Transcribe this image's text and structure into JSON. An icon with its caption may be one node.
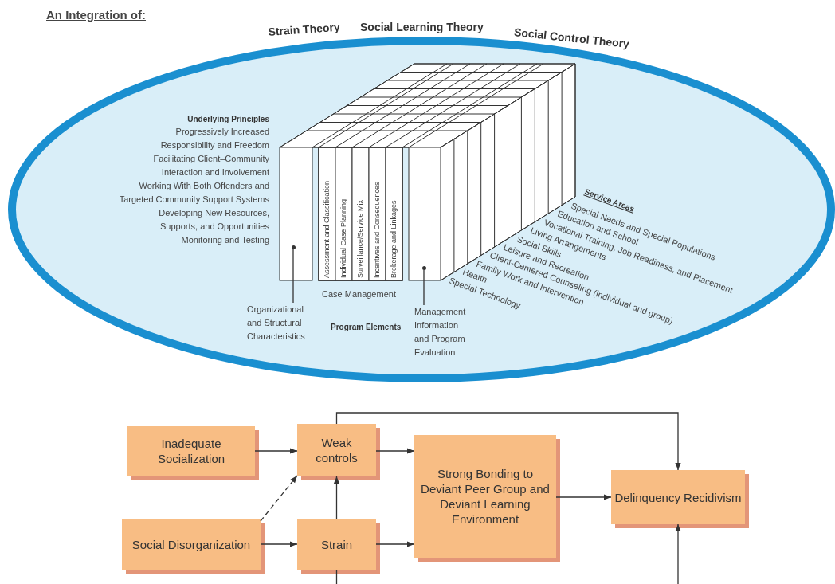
{
  "diagram": {
    "title": "An Integration of:",
    "nodes": [
      {
        "text": [
          "Organizational and Structural Characteristics"
        ]
      },
      {
        "text": [],
        "shape": "circle"
      },
      {
        "text": [
          "Management Information and Program Evaluation"
        ]
      },
      {
        "text": [],
        "shape": "circle"
      },
      {
        "text": [
          "Inadequate Socialization"
        ]
      },
      {
        "text": [
          "Weak controls"
        ]
      },
      {
        "text": [
          "Social Disorganization"
        ]
      },
      {
        "text": [
          "Strain"
        ]
      },
      {
        "text": [
          "Strong Bonding to Deviant Peer Group and Deviant Learning Environment"
        ]
      },
      {
        "text": [
          "Delinquency Recidivism"
        ]
      }
    ],
    "edges": [
      {
        "from": 0,
        "to": 1,
        "arrow": "none"
      },
      {
        "from": 2,
        "to": 3,
        "arrow": "none"
      },
      {
        "from": 4,
        "to": 5,
        "arrow": "to"
      },
      {
        "from": 6,
        "to": 5,
        "arrow": "to",
        "style": "dashed"
      },
      {
        "from": 6,
        "to": 7,
        "arrow": "to"
      },
      {
        "from": 7,
        "to": 5,
        "arrow": "to"
      },
      {
        "from": 5,
        "to": 8,
        "arrow": "to"
      },
      {
        "from": 7,
        "to": 8,
        "arrow": "to"
      },
      {
        "from": 8,
        "to": 9,
        "arrow": "to"
      },
      {
        "from": 5,
        "to": 9,
        "arrow": "to"
      },
      {
        "from": 7,
        "to": null,
        "arrow": "none"
      },
      {
        "from": null,
        "to": 9,
        "arrow": "to"
      }
    ],
    "labels": [
      "Strain Theory",
      "Social Learning Theory",
      "Social Control Theory",
      "Underlying Principles",
      "Progressively Increased Responsibility and Freedom",
      "Facilitating Client–Community Interaction and Involvement",
      "Working With Both Offenders and Targeted Community Support Systems",
      "Developing New Resources, Supports, and Opportunities",
      "Monitoring and Testing",
      "Assessment and Classification",
      "Individual Case Planning",
      "Surveillance/Service Mix",
      "Incentives and Consequences",
      "Brokerage and Linkages",
      "Service Areas",
      "Special Needs and Special Populations",
      "Education and School",
      "Vocational Training, Job Readiness, and Placement",
      "Living Arrangements",
      "Social Skills",
      "Leisure and Recreation",
      "Client-Centered Counseling (individual and group)",
      "Family Work and Intervention",
      "Health",
      "Special Technology",
      "Case Management",
      "Program Elements"
    ]
  }
}
